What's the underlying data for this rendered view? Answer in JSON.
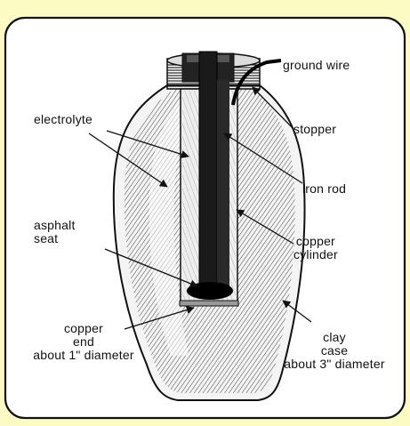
{
  "diagram": {
    "labels": {
      "ground_wire": "ground wire",
      "electrolyte": "electrolyte",
      "stopper": "stopper",
      "iron_rod": "iron rod",
      "asphalt_seat_line1": "asphalt",
      "asphalt_seat_line2": "seat",
      "copper_cylinder_line1": "copper",
      "copper_cylinder_line2": "cylinder",
      "copper_end_line1": "copper",
      "copper_end_line2": "end",
      "copper_end_line3": "about 1\" diameter",
      "clay_case_line1": "clay",
      "clay_case_line2": "case",
      "clay_case_line3": "about 3\" diameter"
    }
  },
  "colors": {
    "background": "#fdfbc4",
    "panel": "#ffffff",
    "ink": "#111111"
  }
}
